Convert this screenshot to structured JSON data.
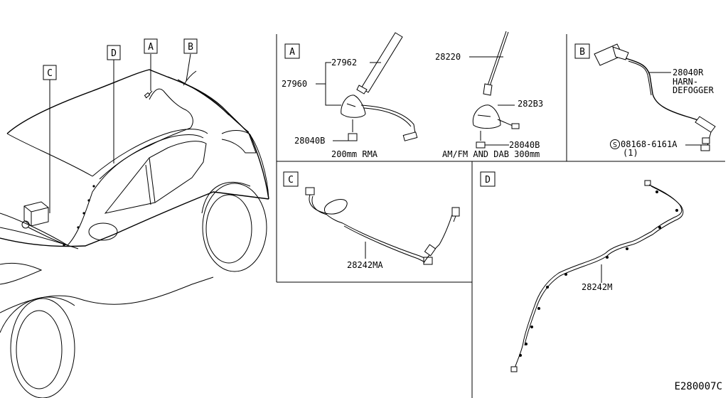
{
  "diagram_code": "E280007C",
  "car_callouts": {
    "a": "A",
    "b": "B",
    "c": "C",
    "d": "D"
  },
  "section_a": {
    "title": "A",
    "parts": {
      "p27962": "27962",
      "p27960": "27960",
      "p28040b_left": "28040B",
      "p28220": "28220",
      "p282b3": "282B3",
      "p28040b_right": "28040B"
    },
    "caption_left": "200mm RMA",
    "caption_right": "AM/FM AND DAB 300mm"
  },
  "section_b": {
    "title": "B",
    "part_line1": "28040R",
    "part_line2": "HARN-",
    "part_line3": "DEFOGGER",
    "screw_symbol": "S",
    "screw_part": "08168-6161A",
    "screw_qty": "(1)"
  },
  "section_c": {
    "title": "C",
    "part": "28242MA"
  },
  "section_d": {
    "title": "D",
    "part": "28242M"
  }
}
